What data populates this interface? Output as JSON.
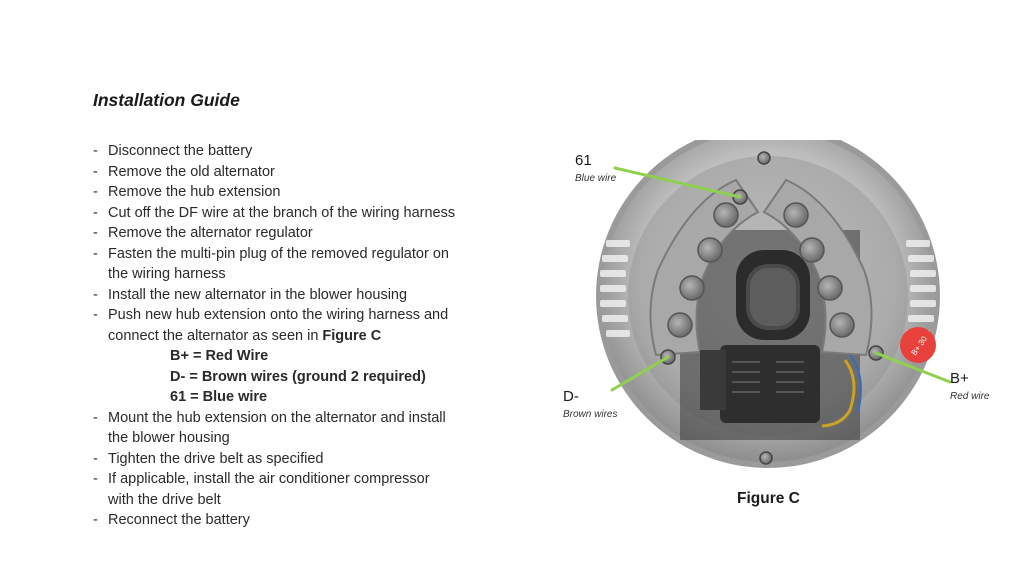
{
  "title": "Installation Guide",
  "steps": {
    "s1": "Disconnect the battery",
    "s2": "Remove the old alternator",
    "s3": "Remove the hub extension",
    "s4": "Cut off the DF wire at the branch of the wiring harness",
    "s5": "Remove the alternator regulator",
    "s6a": "Fasten the multi-pin plug of the removed regulator on",
    "s6b": "the wiring harness",
    "s7": "Install the new alternator in the blower housing",
    "s8a": "Push new hub extension onto the wiring harness and",
    "s8b": "connect the alternator as seen in ",
    "s8c": "Figure C",
    "spec1": "B+ = Red Wire",
    "spec2": "D- = Brown wires (ground 2 required)",
    "spec3": "61 = Blue wire",
    "s9a": "Mount the hub extension on the alternator and install",
    "s9b": "the blower housing",
    "s10": "Tighten the drive belt as specified",
    "s11a": "If applicable, install the air conditioner compressor",
    "s11b": "with the drive belt",
    "s12": "Reconnect the battery",
    "dash": "-"
  },
  "figure": {
    "label_61": "61",
    "label_61_sub": "Blue wire",
    "label_d": "D-",
    "label_d_sub": "Brown wires",
    "label_b": "B+",
    "label_b_sub": "Red wire",
    "caption": "Figure C",
    "sticker": "B+ 30",
    "leader_color": "#8fd14f"
  }
}
